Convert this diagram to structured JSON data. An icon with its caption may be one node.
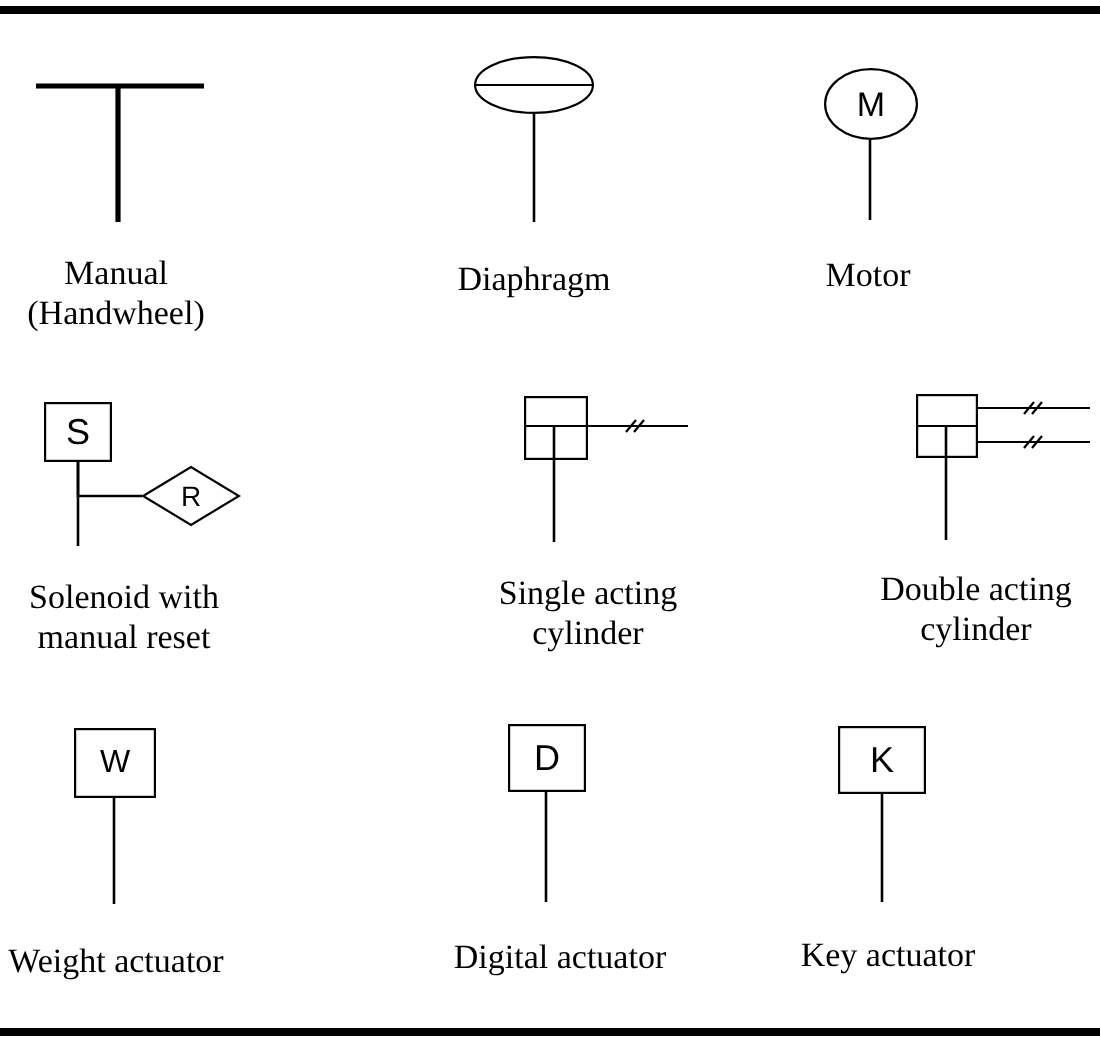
{
  "diagram": {
    "nodes": [
      {
        "text": [],
        "shape": "ellipse"
      },
      {
        "text": [
          "M"
        ]
      },
      {
        "text": [
          "S"
        ]
      },
      {
        "text": [
          "R"
        ]
      },
      {
        "text": [],
        "shape": "box"
      },
      {
        "text": [],
        "shape": "box"
      },
      {
        "text": [
          "W"
        ]
      },
      {
        "text": [
          "D"
        ]
      },
      {
        "text": [
          "K"
        ]
      }
    ],
    "edges": [
      {
        "from": 2,
        "to": 3,
        "arrow": "none"
      }
    ],
    "labels": [
      "Manual (Handwheel)",
      "Diaphragm",
      "Motor",
      "Solenoid with manual reset",
      "Single acting cylinder",
      "Double acting cylinder",
      "Weight actuator",
      "Digital actuator",
      "Key actuator"
    ]
  }
}
